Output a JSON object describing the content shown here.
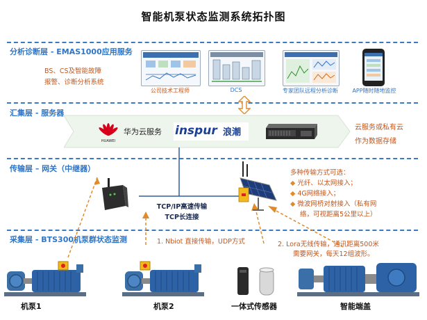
{
  "title": "智能机泵状态监测系统拓扑图",
  "layers": {
    "analysis": "分析诊断层 - EMAS1000应用服务",
    "aggregation": "汇集层 - 服务器",
    "transport": "传输层 – 网关（中继器）",
    "collection": "采集层 - BTS300机泵群状态监测"
  },
  "analysis": {
    "features": [
      "BS、CS及智能故障",
      "报警、诊断分析系统"
    ],
    "screens": [
      {
        "label": "公司技术工程师"
      },
      {
        "label": "DCS"
      },
      {
        "label": "专家团队远程分析诊断"
      },
      {
        "label": "APP随时随地监控"
      }
    ]
  },
  "servers": {
    "huawei_brand": "华为云服务",
    "huawei_logo": "HUAWEI",
    "inspur_logo": "inspur",
    "inspur_cn": "浪潮",
    "note": [
      "云服务或私有云",
      "作为数据存储"
    ]
  },
  "transport": {
    "protocol": [
      "TCP/IP高速传输",
      "TCP长连接"
    ],
    "methods_title": "多种传输方式可选：",
    "methods": [
      "光纤、以太网接入；",
      "4G网络接入；",
      "微波网桥对射接入（私有网",
      "络，可视距离5公里以上）"
    ]
  },
  "collection": {
    "nbiot": "1. Nbiot 直接传输，UDP方式",
    "lora": [
      "2. Lora无线传输，通讯距离500米",
      "需要网关，每天12组波形。"
    ],
    "devices": [
      "机泵1",
      "机泵2",
      "一体式传感器",
      "智能端盖"
    ]
  },
  "colors": {
    "accent": "#2e75c6",
    "orange": "#c0571c",
    "red": "#e02020"
  }
}
